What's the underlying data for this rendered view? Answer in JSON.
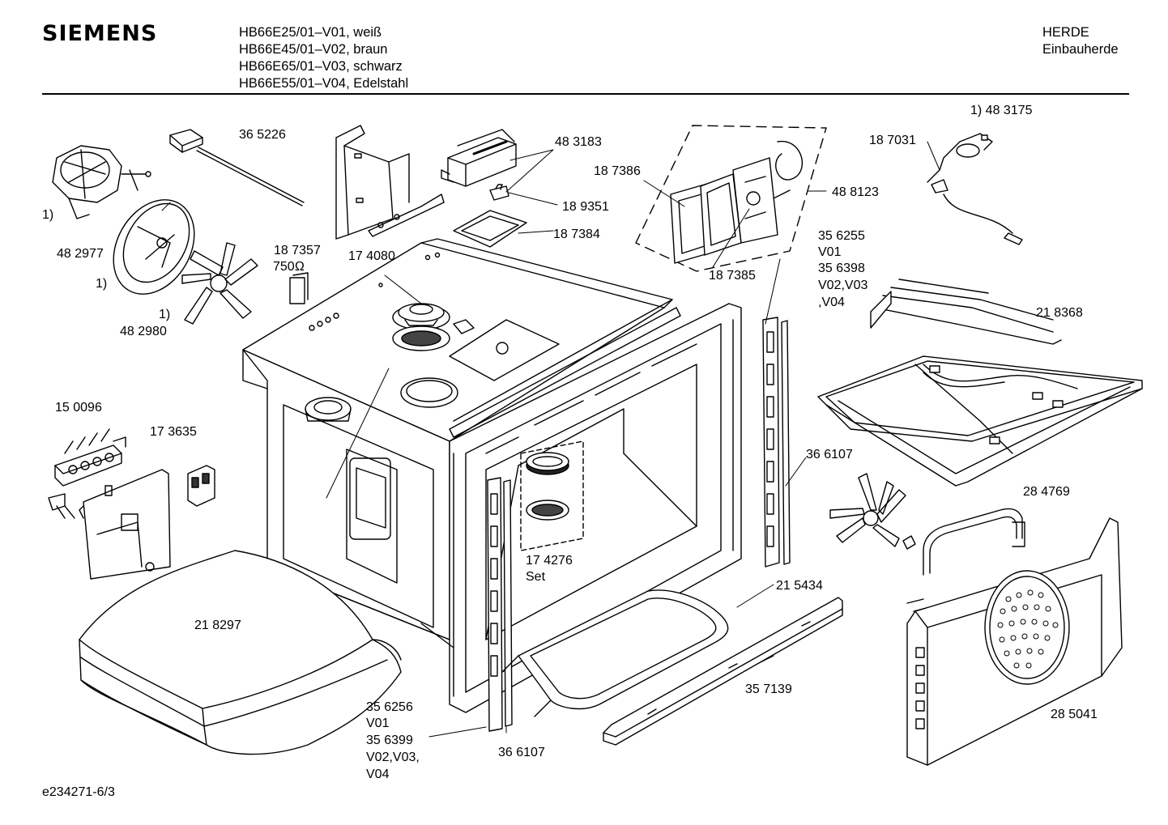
{
  "header": {
    "brand": "SIEMENS",
    "models": [
      "HB66E25/01–V01, weiß",
      "HB66E45/01–V02, braun",
      "HB66E65/01–V03, schwarz",
      "HB66E55/01–V04, Edelstahl"
    ],
    "category": [
      "HERDE",
      "Einbauherde"
    ]
  },
  "footer": {
    "doc_id": "e234271-6/3"
  },
  "callouts": {
    "fan_motor_note": "1)",
    "sensor": "36 5226",
    "fan_housing": "48 2977",
    "fan_housing_note": "1)",
    "fan_blade_note": "1)",
    "fan_blade": "48 2980",
    "resistor": "18 7357",
    "resistor_value": "750Ω",
    "cavity_seal": "17 4080",
    "transformer": "48 3183",
    "holder": "18 9351",
    "lamp_gasket": "18 7384",
    "lamp_cover": "18 7386",
    "lamp_frame": "18 7385",
    "lamp_cable": "48 8123",
    "temp_sensor_note": "1) 48 3175",
    "temp_sensor": "18 7031",
    "trim_right_a": "35 6255",
    "trim_right_a_v": "V01",
    "trim_right_b": "35 6398",
    "trim_right_b_v1": "V02,V03",
    "trim_right_b_v2": ",V04",
    "heater_top": "21 8368",
    "connector": "15 0096",
    "switch": "17 3635",
    "gasket_right": "36 6107",
    "back_heater": "28 4769",
    "lamp_set": "17 4276",
    "lamp_set_word": "Set",
    "insulation": "21 8297",
    "rail": "21 5434",
    "bar": "35 7139",
    "back_panel": "28 5041",
    "trim_left_a": "35 6256",
    "trim_left_a_v": "V01",
    "trim_left_b": "35 6399",
    "trim_left_b_v1": "V02,V03,",
    "trim_left_b_v2": "V04",
    "gasket_left": "36 6107"
  }
}
